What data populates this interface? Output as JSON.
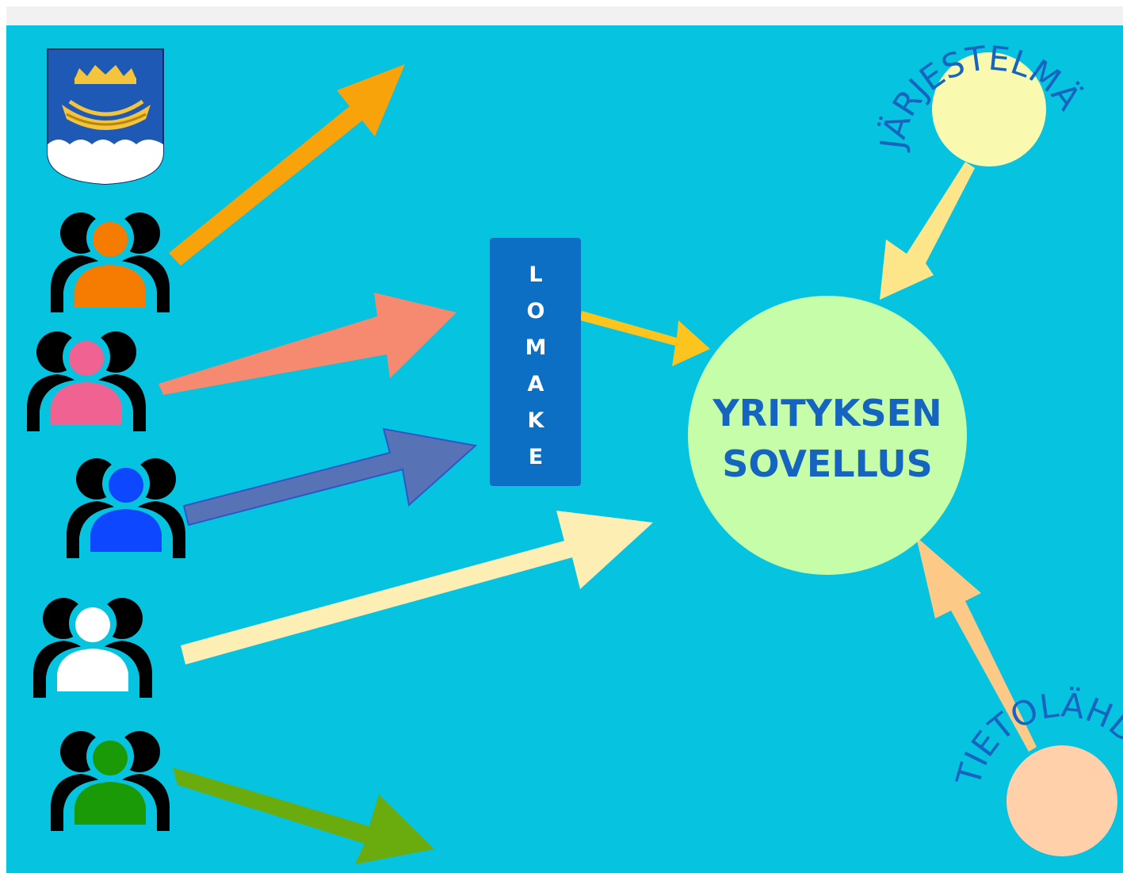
{
  "colors": {
    "background": "#06c3df",
    "lomake_box": "#0d6fc4",
    "center_circle": "#c5fda8",
    "jarjestelma_circle": "#faf9b0",
    "tietolahde_circle": "#ffd0aa",
    "label_text": "#1565c0"
  },
  "diagram": {
    "lomake_letters": [
      "L",
      "O",
      "M",
      "A",
      "K",
      "E"
    ],
    "center": {
      "line1": "YRITYKSEN",
      "line2": "SOVELLUS"
    },
    "jarjestelma_label": "JÄRJESTELMÄ",
    "tietolahde_label": "TIETOLÄHDE",
    "logo": "helsinki-coat-of-arms-icon",
    "users": [
      {
        "icon": "user-group-icon",
        "color": "#f57c00"
      },
      {
        "icon": "user-group-icon",
        "color": "#f06292"
      },
      {
        "icon": "user-group-icon",
        "color": "#0d47ff"
      },
      {
        "icon": "user-group-icon",
        "color": "#ffffff"
      },
      {
        "icon": "user-group-icon",
        "color": "#1b9a08"
      }
    ],
    "arrows": [
      {
        "from": "user-orange",
        "to": "outside",
        "color": "#f9a30b"
      },
      {
        "from": "user-pink",
        "to": "lomake",
        "color": "#f58a70"
      },
      {
        "from": "user-blue",
        "to": "lomake",
        "color": "#5873b5"
      },
      {
        "from": "user-white",
        "to": "yrityksen-sovellus",
        "color": "#fdeeb4"
      },
      {
        "from": "user-green",
        "to": "outside",
        "color": "#6aac0d"
      },
      {
        "from": "lomake",
        "to": "yrityksen-sovellus",
        "color": "#fcc51d"
      },
      {
        "from": "jarjestelma",
        "to": "yrityksen-sovellus",
        "color": "#fde68a"
      },
      {
        "from": "tietolahde",
        "to": "yrityksen-sovellus",
        "color": "#fdc987"
      }
    ]
  }
}
